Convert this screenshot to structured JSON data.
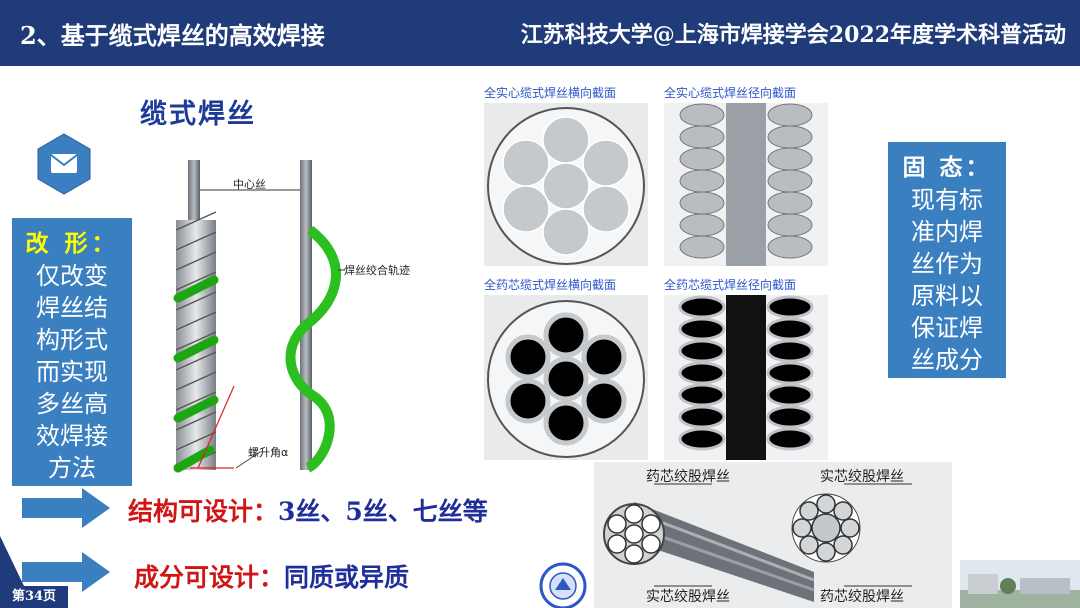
{
  "header": {
    "left_title": "2、基于缆式焊丝的高效焊接",
    "right_title": "江苏科技大学@上海市焊接学会2022年度学术科普活动"
  },
  "slide_title": "缆式焊丝",
  "icons": {
    "badge": "envelope-icon"
  },
  "left_box": {
    "heading": "改 形：",
    "body": "仅改变焊丝结构形式而实现多丝高效焊接方法"
  },
  "right_box": {
    "heading": "固 态：",
    "body": "现有标准内焊丝作为原料以保证焊丝成分"
  },
  "diagram_labels": {
    "center_wire": "中心丝",
    "twist_track": "焊丝绞合轨迹",
    "helix_angle": "螺升角α"
  },
  "panels": [
    {
      "label": "全实心缆式焊丝横向截面"
    },
    {
      "label": "全实心缆式焊丝径向截面"
    },
    {
      "label": "全药芯缆式焊丝横向截面"
    },
    {
      "label": "全药芯缆式焊丝径向截面"
    }
  ],
  "strand_labels": {
    "flux_cored": "药芯绞股焊丝",
    "solid_top": "实芯绞股焊丝",
    "solid_bottom": "实芯绞股焊丝",
    "flux_bottom": "药芯绞股焊丝"
  },
  "captions": {
    "structure_prefix": "结构可设计：",
    "structure_values": "3丝、5丝、七丝等",
    "composition_prefix": "成分可设计：",
    "composition_values": "同质或异质"
  },
  "footer": {
    "page_number": "第34页"
  },
  "colors": {
    "header_bg": "#1f3b7a",
    "box_bg": "#3a7fc0",
    "accent_red": "#d01515",
    "title_blue": "#1f3b9a",
    "highlight_yellow": "#ffff00",
    "wire_green": "#2bbf1f"
  }
}
